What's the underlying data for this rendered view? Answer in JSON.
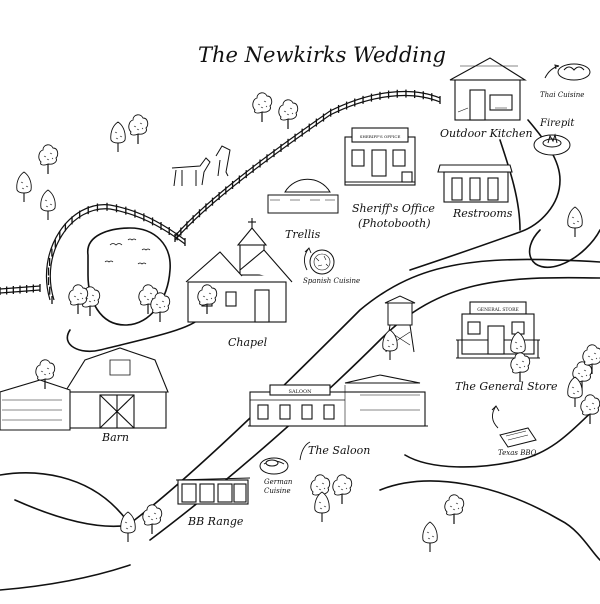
{
  "title": "The Newkirks Wedding",
  "locations": {
    "outdoor_kitchen": "Outdoor Kitchen",
    "firepit": "Firepit",
    "sheriffs_office_line1": "Sheriff's Office",
    "sheriffs_office_line2": "(Photobooth)",
    "restrooms": "Restrooms",
    "trellis": "Trellis",
    "chapel": "Chapel",
    "barn": "Barn",
    "general_store": "The General Store",
    "saloon": "The Saloon",
    "bb_range": "BB Range"
  },
  "food": {
    "thai": "Thai Cuisine",
    "spanish": "Spanish Cuisine",
    "texas_bbq": "Texas BBQ",
    "german_line1": "German",
    "german_line2": "Cuisine"
  },
  "signs": {
    "sheriff": "SHERIFF'S OFFICE",
    "store": "GENERAL STORE",
    "saloon": "SALOON"
  },
  "colors": {
    "ink": "#111111",
    "paper": "#ffffff"
  }
}
